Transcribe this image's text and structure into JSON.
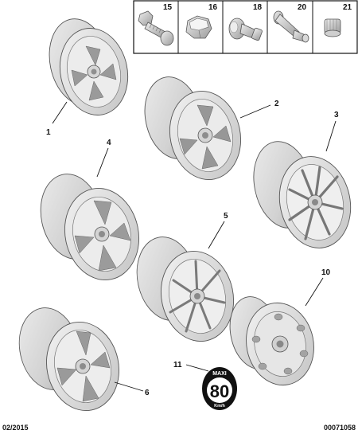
{
  "fasteners": [
    {
      "label": "15",
      "icon": "bolt-icon"
    },
    {
      "label": "16",
      "icon": "hex-nut-cap-icon"
    },
    {
      "label": "18",
      "icon": "locking-bolt-icon"
    },
    {
      "label": "20",
      "icon": "tyre-valve-icon"
    },
    {
      "label": "21",
      "icon": "valve-cap-icon"
    }
  ],
  "callouts": {
    "c1": "1",
    "c2": "2",
    "c3": "3",
    "c4": "4",
    "c5": "5",
    "c6": "6",
    "c10": "10",
    "c11": "11"
  },
  "speed_label": {
    "maxi": "MAXI",
    "value": "80",
    "unit": "Km/h"
  },
  "footer": {
    "date": "02/2015",
    "ref": "00071058"
  },
  "colors": {
    "rim": "#d7d7d7",
    "rim_dark": "#a9a9a9",
    "outline": "#555555",
    "ink": "#111111"
  }
}
